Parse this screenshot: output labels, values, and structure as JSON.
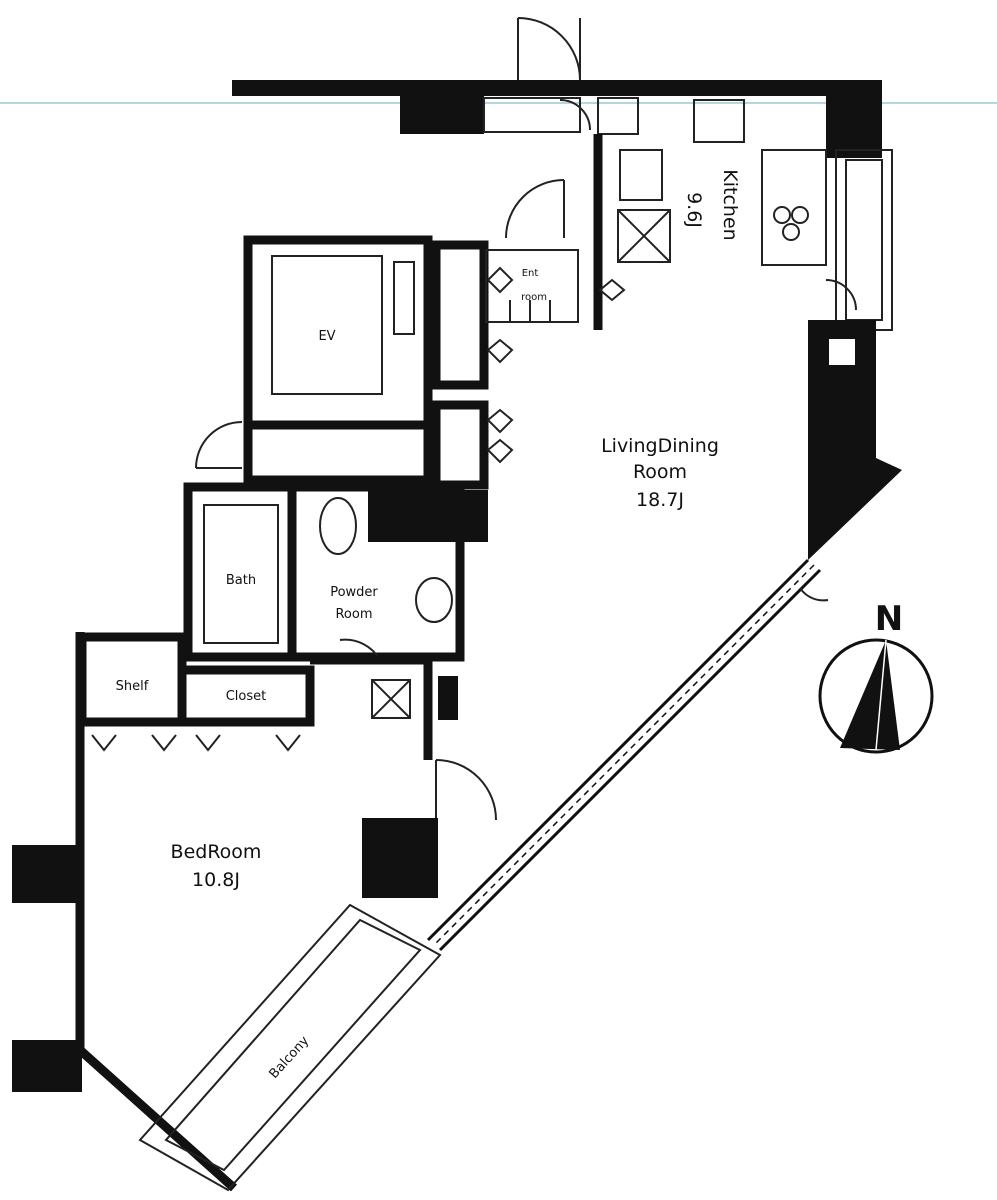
{
  "rooms": {
    "living_dining": {
      "name_line1": "LivingDining",
      "name_line2": "Room",
      "size": "18.7J"
    },
    "kitchen": {
      "name": "Kitchen",
      "size": "9.6J"
    },
    "bedroom": {
      "name": "BedRoom",
      "size": "10.8J"
    },
    "bath": {
      "name": "Bath"
    },
    "powder_room": {
      "name_line1": "Powder",
      "name_line2": "Room"
    },
    "balcony": {
      "name": "Balcony"
    },
    "shelf": {
      "name": "Shelf"
    },
    "closet": {
      "name": "Closet"
    },
    "ev": {
      "name": "EV"
    },
    "ent_room": {
      "name_line1": "Ent",
      "name_line2": "room"
    }
  },
  "compass": {
    "label": "N"
  }
}
